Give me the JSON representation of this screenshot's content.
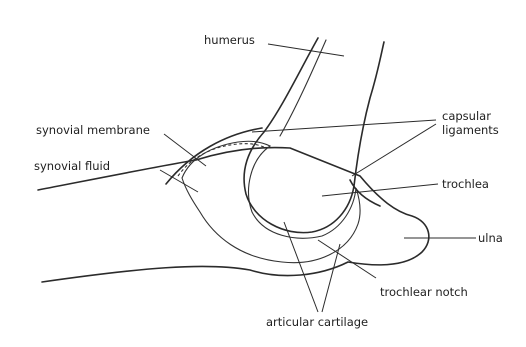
{
  "labels": {
    "humerus": "humerus",
    "capsular_ligaments": [
      "capsular",
      "ligaments"
    ],
    "synovial_membrane": "synovial membrane",
    "synovial_fluid": "synovial fluid",
    "trochlea": "trochlea",
    "ulna": "ulna",
    "trochlear_notch": "trochlear notch",
    "articular_cartilage": "articular cartilage"
  }
}
